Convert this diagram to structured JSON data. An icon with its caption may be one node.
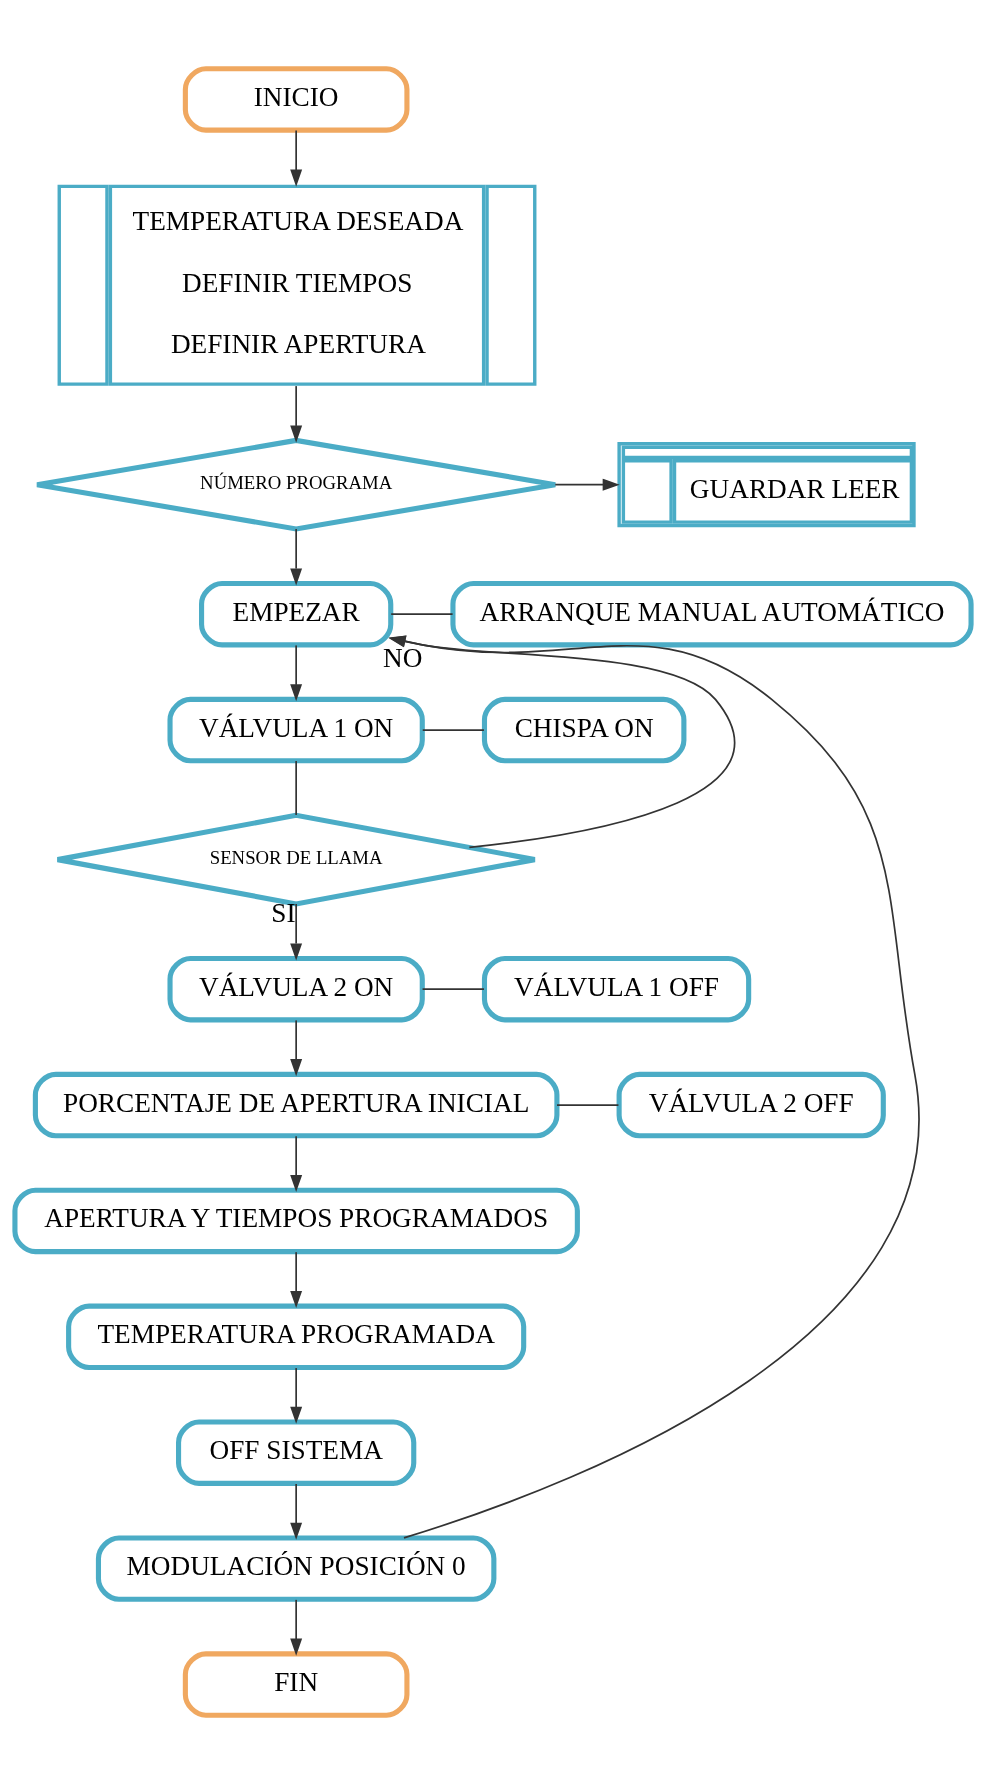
{
  "diagram": {
    "nodes": [
      {
        "text": [
          "INICIO"
        ]
      },
      {
        "text": [
          "TEMPERATURA DESEADA",
          "DEFINIR TIEMPOS",
          "DEFINIR APERTURA"
        ]
      },
      {
        "text": [
          "NÚMERO PROGRAMA"
        ]
      },
      {
        "text": [
          "GUARDAR LEER"
        ]
      },
      {
        "text": [
          "EMPEZAR"
        ]
      },
      {
        "text": [
          "ARRANQUE MANUAL AUTOMÁTICO"
        ]
      },
      {
        "text": [
          "VÁLVULA 1 ON"
        ]
      },
      {
        "text": [
          "CHISPA ON"
        ]
      },
      {
        "text": [
          "SENSOR DE LLAMA"
        ]
      },
      {
        "text": [
          "VÁLVULA 2 ON"
        ]
      },
      {
        "text": [
          "VÁLVULA 1 OFF"
        ]
      },
      {
        "text": [
          "PORCENTAJE DE APERTURA INICIAL"
        ]
      },
      {
        "text": [
          "VÁLVULA 2 OFF"
        ]
      },
      {
        "text": [
          "APERTURA Y TIEMPOS PROGRAMADOS"
        ]
      },
      {
        "text": [
          "TEMPERATURA PROGRAMADA"
        ]
      },
      {
        "text": [
          "OFF SISTEMA"
        ]
      },
      {
        "text": [
          "MODULACIÓN POSICIÓN 0"
        ]
      },
      {
        "text": [
          "FIN"
        ]
      }
    ],
    "edges": [
      {
        "from": 0,
        "to": 1,
        "arrow": "to"
      },
      {
        "from": 1,
        "to": 2,
        "arrow": "to"
      },
      {
        "from": 2,
        "to": 3,
        "arrow": "to"
      },
      {
        "from": 2,
        "to": 4,
        "arrow": "to"
      },
      {
        "from": 4,
        "to": 5,
        "arrow": "none"
      },
      {
        "from": 4,
        "to": 6,
        "arrow": "to"
      },
      {
        "from": 6,
        "to": 7,
        "arrow": "none"
      },
      {
        "from": 6,
        "to": 8,
        "arrow": "none"
      },
      {
        "from": 8,
        "to": 4,
        "arrow": "to",
        "label": "NO"
      },
      {
        "from": 8,
        "to": 9,
        "arrow": "to",
        "label": "SI"
      },
      {
        "from": 9,
        "to": 10,
        "arrow": "none"
      },
      {
        "from": 9,
        "to": 11,
        "arrow": "to"
      },
      {
        "from": 11,
        "to": 12,
        "arrow": "none"
      },
      {
        "from": 11,
        "to": 13,
        "arrow": "to"
      },
      {
        "from": 13,
        "to": 14,
        "arrow": "to"
      },
      {
        "from": 14,
        "to": 15,
        "arrow": "to"
      },
      {
        "from": 15,
        "to": 16,
        "arrow": "to"
      },
      {
        "from": 16,
        "to": 4,
        "arrow": "to"
      },
      {
        "from": 16,
        "to": 17,
        "arrow": "to"
      }
    ]
  }
}
